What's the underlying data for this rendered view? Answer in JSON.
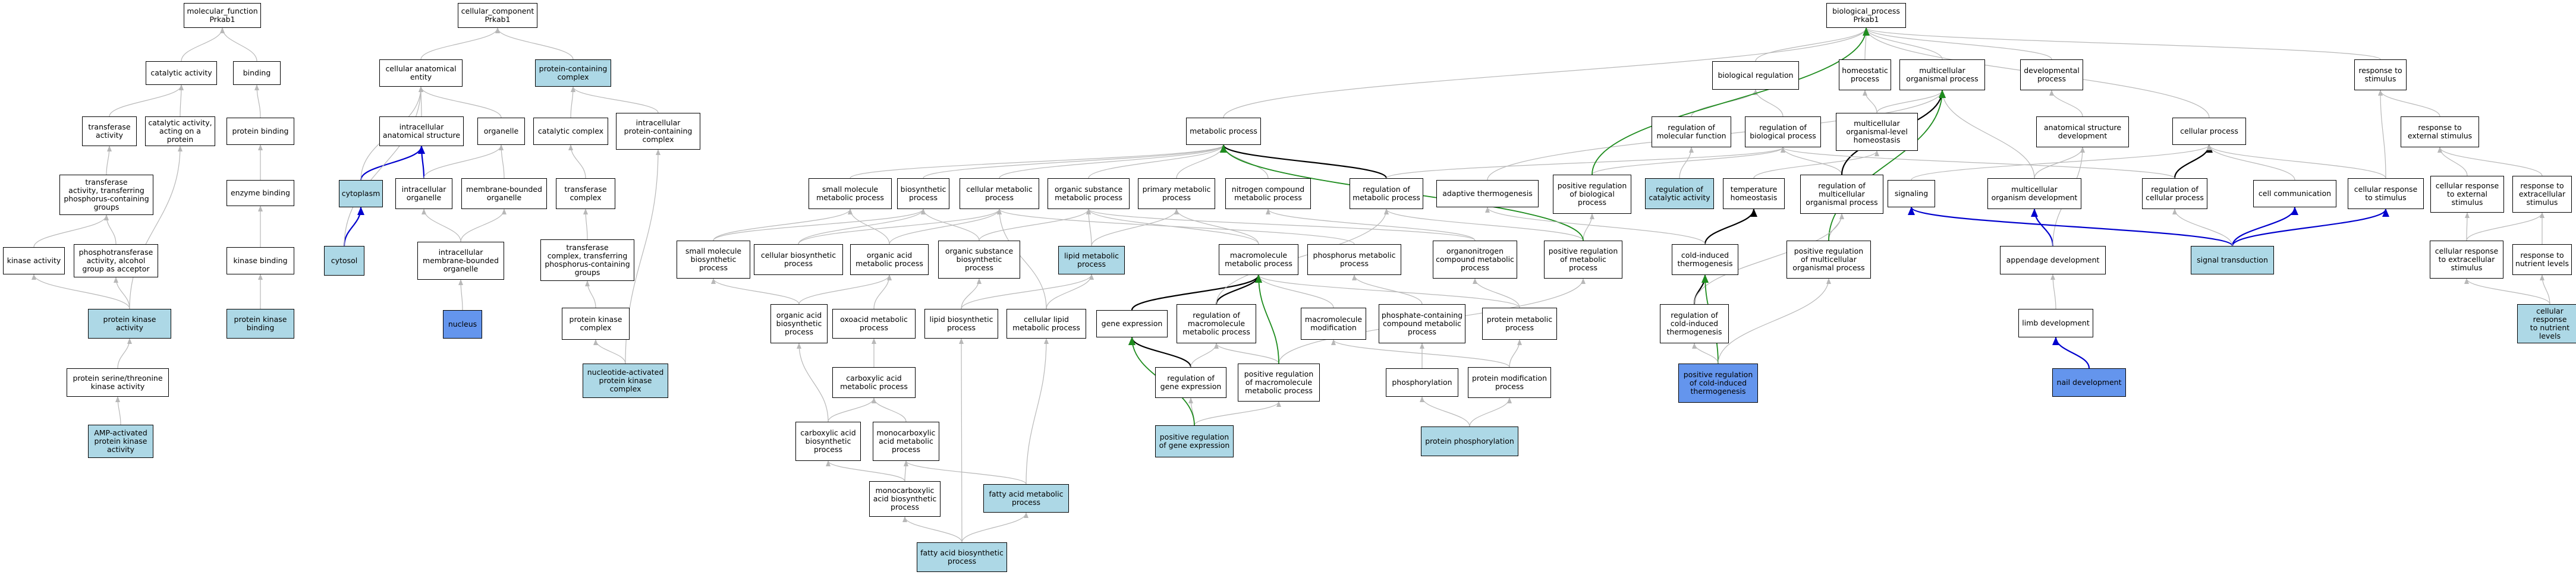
{
  "colors": {
    "edge_gray": "#b8b8b8",
    "edge_black": "#000000",
    "edge_blue": "#0000cd",
    "edge_green": "#1e8c1e",
    "light_blue": "#add8e6",
    "cornflower": "#6495ed"
  },
  "nodes": {
    "mf": {
      "label": "molecular_function\nPrkab1",
      "fill": "white"
    },
    "catact": {
      "label": "catalytic activity",
      "fill": "white"
    },
    "binding": {
      "label": "binding",
      "fill": "white"
    },
    "transf": {
      "label": "transferase\nactivity",
      "fill": "white"
    },
    "catacc": {
      "label": "catalytic activity,\nacting on a\nprotein",
      "fill": "white"
    },
    "protbind": {
      "label": "protein binding",
      "fill": "blue"
    },
    "transfphos": {
      "label": "transferase\nactivity, transferring\nphosphorus-containing\ngroups",
      "fill": "white"
    },
    "enzbind": {
      "label": "enzyme binding",
      "fill": "white"
    },
    "kinact": {
      "label": "kinase activity",
      "fill": "white"
    },
    "phosphotrans": {
      "label": "phosphotransferase\nactivity, alcohol\ngroup as acceptor",
      "fill": "white"
    },
    "kinbind": {
      "label": "kinase binding",
      "fill": "white"
    },
    "pka": {
      "label": "protein kinase\nactivity",
      "fill": "light"
    },
    "pkbind": {
      "label": "protein kinase\nbinding",
      "fill": "light"
    },
    "serthr": {
      "label": "protein serine/threonine\nkinase activity",
      "fill": "white"
    },
    "ampk": {
      "label": "AMP-activated\nprotein kinase\nactivity",
      "fill": "light"
    },
    "cc": {
      "label": "cellular_component\nPrkab1",
      "fill": "white"
    },
    "cae": {
      "label": "cellular anatomical\nentity",
      "fill": "white"
    },
    "pcc": {
      "label": "protein-containing\ncomplex",
      "fill": "light"
    },
    "ias": {
      "label": "intracellular\nanatomical structure",
      "fill": "white"
    },
    "organelle": {
      "label": "organelle",
      "fill": "white"
    },
    "catcomplex": {
      "label": "catalytic complex",
      "fill": "white"
    },
    "ipcc": {
      "label": "intracellular\nprotein-containing\ncomplex",
      "fill": "white"
    },
    "cytoplasm": {
      "label": "cytoplasm",
      "fill": "light"
    },
    "intorg": {
      "label": "intracellular\norganelle",
      "fill": "white"
    },
    "mbo": {
      "label": "membrane-bounded\norganelle",
      "fill": "white"
    },
    "trcomplex": {
      "label": "transferase\ncomplex",
      "fill": "white"
    },
    "cytosol": {
      "label": "cytosol",
      "fill": "light"
    },
    "imbo": {
      "label": "intracellular\nmembrane-bounded\norganelle",
      "fill": "white"
    },
    "trcomplexphos": {
      "label": "transferase\ncomplex, transferring\nphosphorus-containing\ngroups",
      "fill": "white"
    },
    "nucleus": {
      "label": "nucleus",
      "fill": "blue"
    },
    "pkcomplex": {
      "label": "protein kinase\ncomplex",
      "fill": "white"
    },
    "nucpkc": {
      "label": "nucleotide-activated\nprotein kinase\ncomplex",
      "fill": "light"
    },
    "bp": {
      "label": "biological_process\nPrkab1",
      "fill": "white"
    },
    "metproc": {
      "label": "metabolic process",
      "fill": "white"
    },
    "bioreg": {
      "label": "biological regulation",
      "fill": "white"
    },
    "homeo": {
      "label": "homeostatic\nprocess",
      "fill": "white"
    },
    "multi": {
      "label": "multicellular\norganismal process",
      "fill": "white"
    },
    "devproc": {
      "label": "developmental\nprocess",
      "fill": "white"
    },
    "respstim": {
      "label": "response to\nstimulus",
      "fill": "white"
    },
    "regmf": {
      "label": "regulation of\nmolecular function",
      "fill": "white"
    },
    "regbp": {
      "label": "regulation of\nbiological process",
      "fill": "white"
    },
    "multihomeo": {
      "label": "multicellular\norganismal-level\nhomeostasis",
      "fill": "white"
    },
    "anatdev": {
      "label": "anatomical structure\ndevelopment",
      "fill": "white"
    },
    "cellproc": {
      "label": "cellular process",
      "fill": "white"
    },
    "respext": {
      "label": "response to\nexternal stimulus",
      "fill": "white"
    },
    "smallmol": {
      "label": "small molecule\nmetabolic process",
      "fill": "white"
    },
    "biosynth": {
      "label": "biosynthetic\nprocess",
      "fill": "white"
    },
    "cellmet": {
      "label": "cellular metabolic\nprocess",
      "fill": "white"
    },
    "orgsubst": {
      "label": "organic substance\nmetabolic process",
      "fill": "white"
    },
    "primmet": {
      "label": "primary metabolic\nprocess",
      "fill": "white"
    },
    "nitro": {
      "label": "nitrogen compound\nmetabolic process",
      "fill": "white"
    },
    "regmet": {
      "label": "regulation of\nmetabolic process",
      "fill": "white"
    },
    "adapt": {
      "label": "adaptive thermogenesis",
      "fill": "white"
    },
    "posregbp": {
      "label": "positive regulation\nof biological\nprocess",
      "fill": "white"
    },
    "regcat": {
      "label": "regulation of\ncatalytic activity",
      "fill": "light"
    },
    "temphomeo": {
      "label": "temperature\nhomeostasis",
      "fill": "white"
    },
    "regmulti": {
      "label": "regulation of\nmulticellular\norganismal process",
      "fill": "white"
    },
    "signaling": {
      "label": "signaling",
      "fill": "white"
    },
    "multidev": {
      "label": "multicellular\norganism development",
      "fill": "white"
    },
    "regcell": {
      "label": "regulation of\ncellular process",
      "fill": "white"
    },
    "cellcomm": {
      "label": "cell communication",
      "fill": "white"
    },
    "cellresp": {
      "label": "cellular response\nto stimulus",
      "fill": "white"
    },
    "cellrespext": {
      "label": "cellular response\nto external\nstimulus",
      "fill": "white"
    },
    "respextra": {
      "label": "response to\nextracellular\nstimulus",
      "fill": "white"
    },
    "smallbio": {
      "label": "small molecule\nbiosynthetic\nprocess",
      "fill": "white"
    },
    "cellbio": {
      "label": "cellular biosynthetic\nprocess",
      "fill": "white"
    },
    "orgacid": {
      "label": "organic acid\nmetabolic process",
      "fill": "white"
    },
    "orgsubbio": {
      "label": "organic substance\nbiosynthetic\nprocess",
      "fill": "white"
    },
    "lipidmet": {
      "label": "lipid metabolic\nprocess",
      "fill": "light"
    },
    "macromet": {
      "label": "macromolecule\nmetabolic process",
      "fill": "white"
    },
    "phosmet": {
      "label": "phosphorus metabolic\nprocess",
      "fill": "white"
    },
    "organonitro": {
      "label": "organonitrogen\ncompound metabolic\nprocess",
      "fill": "white"
    },
    "posregmet": {
      "label": "positive regulation\nof metabolic\nprocess",
      "fill": "white"
    },
    "coldtherm": {
      "label": "cold-induced\nthermogenesis",
      "fill": "white"
    },
    "posregmulti": {
      "label": "positive regulation\nof multicellular\norganismal process",
      "fill": "white"
    },
    "appdev": {
      "label": "appendage development",
      "fill": "white"
    },
    "sigtrans": {
      "label": "signal transduction",
      "fill": "light"
    },
    "cellrespextra": {
      "label": "cellular response\nto extracellular\nstimulus",
      "fill": "white"
    },
    "respnut": {
      "label": "response to\nnutrient levels",
      "fill": "white"
    },
    "orgacidbio": {
      "label": "organic acid\nbiosynthetic\nprocess",
      "fill": "white"
    },
    "oxoacid": {
      "label": "oxoacid metabolic\nprocess",
      "fill": "white"
    },
    "lipidbio": {
      "label": "lipid biosynthetic\nprocess",
      "fill": "white"
    },
    "celllipid": {
      "label": "cellular lipid\nmetabolic process",
      "fill": "white"
    },
    "geneexp": {
      "label": "gene expression",
      "fill": "white"
    },
    "regmacro": {
      "label": "regulation of\nmacromolecule\nmetabolic process",
      "fill": "white"
    },
    "macromod": {
      "label": "macromolecule\nmodification",
      "fill": "white"
    },
    "phoscomp": {
      "label": "phosphate-containing\ncompound metabolic\nprocess",
      "fill": "white"
    },
    "protmet": {
      "label": "protein metabolic\nprocess",
      "fill": "white"
    },
    "regcold": {
      "label": "regulation of\ncold-induced\nthermogenesis",
      "fill": "white"
    },
    "limbdev": {
      "label": "limb development",
      "fill": "white"
    },
    "cellrespnut": {
      "label": "cellular response\nto nutrient\nlevels",
      "fill": "light"
    },
    "carbox": {
      "label": "carboxylic acid\nmetabolic process",
      "fill": "white"
    },
    "reggene": {
      "label": "regulation of\ngene expression",
      "fill": "white"
    },
    "posregmacro": {
      "label": "positive regulation\nof macromolecule\nmetabolic process",
      "fill": "white"
    },
    "phosph": {
      "label": "phosphorylation",
      "fill": "white"
    },
    "protmod": {
      "label": "protein modification\nprocess",
      "fill": "white"
    },
    "posregcold": {
      "label": "positive regulation\nof cold-induced\nthermogenesis",
      "fill": "blue"
    },
    "naildev": {
      "label": "nail development",
      "fill": "blue"
    },
    "carboxbio": {
      "label": "carboxylic acid\nbiosynthetic\nprocess",
      "fill": "white"
    },
    "monocarb": {
      "label": "monocarboxylic\nacid metabolic\nprocess",
      "fill": "white"
    },
    "posreggene": {
      "label": "positive regulation\nof gene expression",
      "fill": "light"
    },
    "protphos": {
      "label": "protein phosphorylation",
      "fill": "light"
    },
    "monobio": {
      "label": "monocarboxylic\nacid biosynthetic\nprocess",
      "fill": "white"
    },
    "fattymet": {
      "label": "fatty acid metabolic\nprocess",
      "fill": "light"
    },
    "fattybio": {
      "label": "fatty acid biosynthetic\nprocess",
      "fill": "light"
    }
  }
}
